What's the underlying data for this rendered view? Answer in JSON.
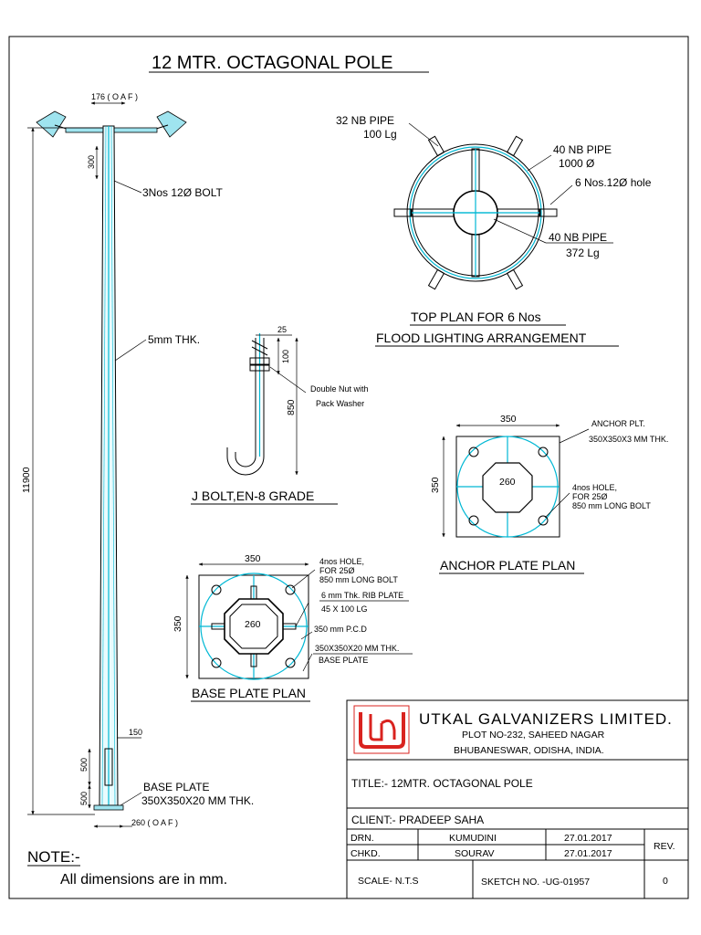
{
  "drawing_title": "12 MTR. OCTAGONAL POLE",
  "pole": {
    "top_width": "176 ( O A F )",
    "top_offset": "300",
    "bolt_note": "3Nos 12Ø BOLT",
    "thickness_note": "5mm THK.",
    "height": "11900",
    "door_width": "150",
    "door_height_1": "500",
    "door_height_2": "500",
    "base_plate_label_1": "BASE PLATE",
    "base_plate_label_2": "350X350X20 MM THK.",
    "bottom_width": "260 ( O A F )"
  },
  "top_plan": {
    "pipe32_l1": "32 NB  PIPE",
    "pipe32_l2": "100 Lg",
    "pipe40a_l1": "40 NB  PIPE",
    "pipe40a_l2": "1000 Ø",
    "hole_note": "6 Nos.12Ø hole",
    "pipe40b_l1": "40 NB  PIPE",
    "pipe40b_l2": "372 Lg",
    "caption_1": "TOP PLAN FOR 6 Nos",
    "caption_2": "FLOOD LIGHTING ARRANGEMENT"
  },
  "j_bolt": {
    "top_width": "25",
    "thread_len": "100",
    "length": "850",
    "nut_note_1": "Double Nut with",
    "nut_note_2": "Pack Washer",
    "caption": "J BOLT,EN-8 GRADE"
  },
  "anchor_plate": {
    "width": "350",
    "height": "350",
    "inner": "260",
    "note_1": "ANCHOR PLT.",
    "note_2": "350X350X3 MM THK.",
    "hole_1": "4nos HOLE,",
    "hole_2": "FOR 25Ø",
    "hole_3": "850 mm LONG BOLT",
    "caption": "ANCHOR  PLATE PLAN"
  },
  "base_plate": {
    "width": "350",
    "height": "350",
    "inner": "260",
    "hole_1": "4nos HOLE,",
    "hole_2": "FOR 25Ø",
    "hole_3": "850 mm LONG BOLT",
    "rib_1": "6 mm Thk. RIB PLATE",
    "rib_2": "45 X 100 LG",
    "pcd": "350 mm P.C.D",
    "plate_1": "350X350X20 MM THK.",
    "plate_2": "BASE PLATE",
    "caption": "BASE PLATE PLAN"
  },
  "title_block": {
    "company": "UTKAL  GALVANIZERS   LIMITED.",
    "address_1": "PLOT NO-232, SAHEED NAGAR",
    "address_2": "BHUBANESWAR, ODISHA, INDIA.",
    "title": "TITLE:-  12MTR. OCTAGONAL POLE",
    "client": "CLIENT:- PRADEEP SAHA",
    "drn_label": "DRN.",
    "drn_name": "KUMUDINI",
    "drn_date": "27.01.2017",
    "chkd_label": "CHKD.",
    "chkd_name": "SOURAV",
    "chkd_date": "27.01.2017",
    "rev_label": "REV.",
    "scale": "SCALE-  N.T.S",
    "sketch": "SKETCH  NO. -UG-01957",
    "rev": "0",
    "logo_color": "#d9231f"
  },
  "note": {
    "heading": "NOTE:-",
    "text": "All dimensions are in mm."
  }
}
